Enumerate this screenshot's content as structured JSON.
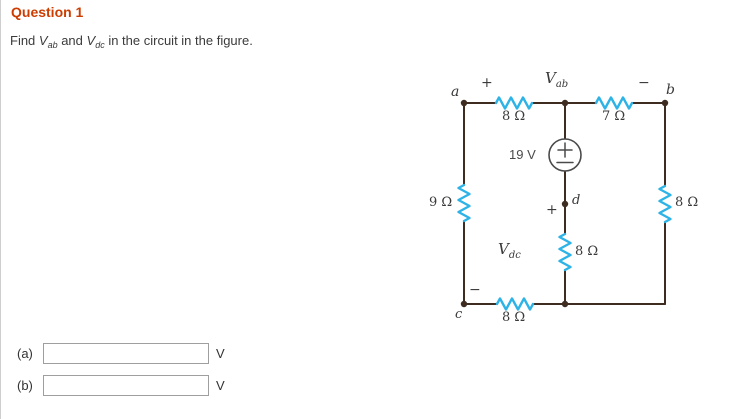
{
  "header": {
    "title": "Question 1",
    "title_color": "#cc3d02"
  },
  "prompt": {
    "pre": "Find ",
    "v1_base": "V",
    "v1_sub": "ab",
    "mid": " and ",
    "v2_base": "V",
    "v2_sub": "dc",
    "post": " in the circuit in the figure."
  },
  "circuit": {
    "colors": {
      "wire": "#3e2c21",
      "resistor_zigzag": "#2eb3e6",
      "source_outline": "#4a4a4a"
    },
    "node_labels": {
      "a": "a",
      "b": "b",
      "c": "c",
      "d": "d"
    },
    "vab": {
      "base": "V",
      "sub": "ab"
    },
    "vdc": {
      "base": "V",
      "sub": "dc"
    },
    "signs": {
      "plus_top": "+",
      "minus_top": "−",
      "plus_d": "+",
      "minus_c": "−"
    },
    "source_label": "19 V",
    "resistors": {
      "top_left": "8 Ω",
      "top_right": "7 Ω",
      "left": "9 Ω",
      "right": "8 Ω",
      "middle": "8 Ω",
      "bottom": "8 Ω"
    }
  },
  "answers": [
    {
      "label": "(a)",
      "value": "",
      "unit": "V"
    },
    {
      "label": "(b)",
      "value": "",
      "unit": "V"
    }
  ]
}
